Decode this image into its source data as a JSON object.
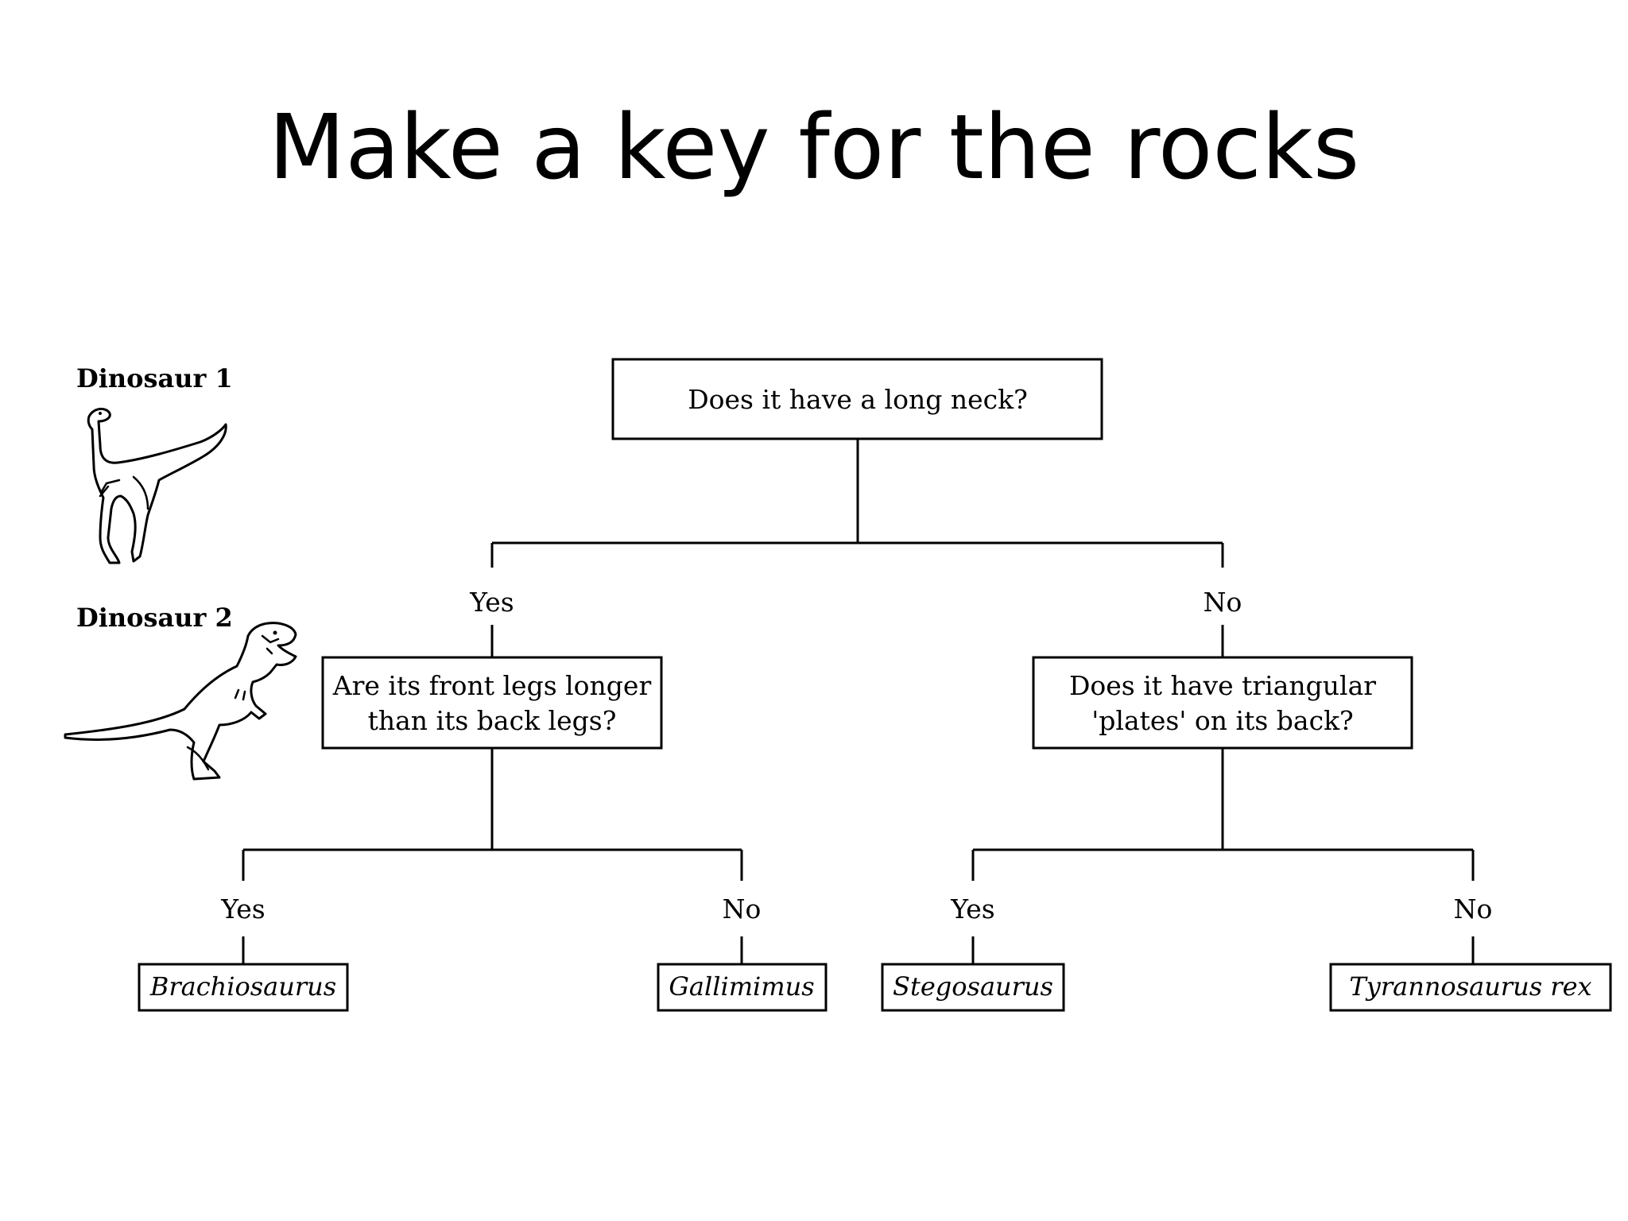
{
  "title": "Make a key for the rocks",
  "dinosaurs": [
    {
      "label": "Dinosaur 1",
      "icon": "gallimimus-sketch-icon"
    },
    {
      "label": "Dinosaur 2",
      "icon": "tyrannosaurus-sketch-icon"
    }
  ],
  "key": {
    "root_question": "Does it have a long neck?",
    "yes_label": "Yes",
    "no_label": "No",
    "yes_question": [
      "Are its front legs longer",
      "than its back legs?"
    ],
    "no_question": [
      "Does it have triangular",
      "'plates' on its back?"
    ],
    "leaves": [
      "Brachiosaurus",
      "Gallimimus",
      "Stegosaurus",
      "Tyrannosaurus rex"
    ]
  }
}
